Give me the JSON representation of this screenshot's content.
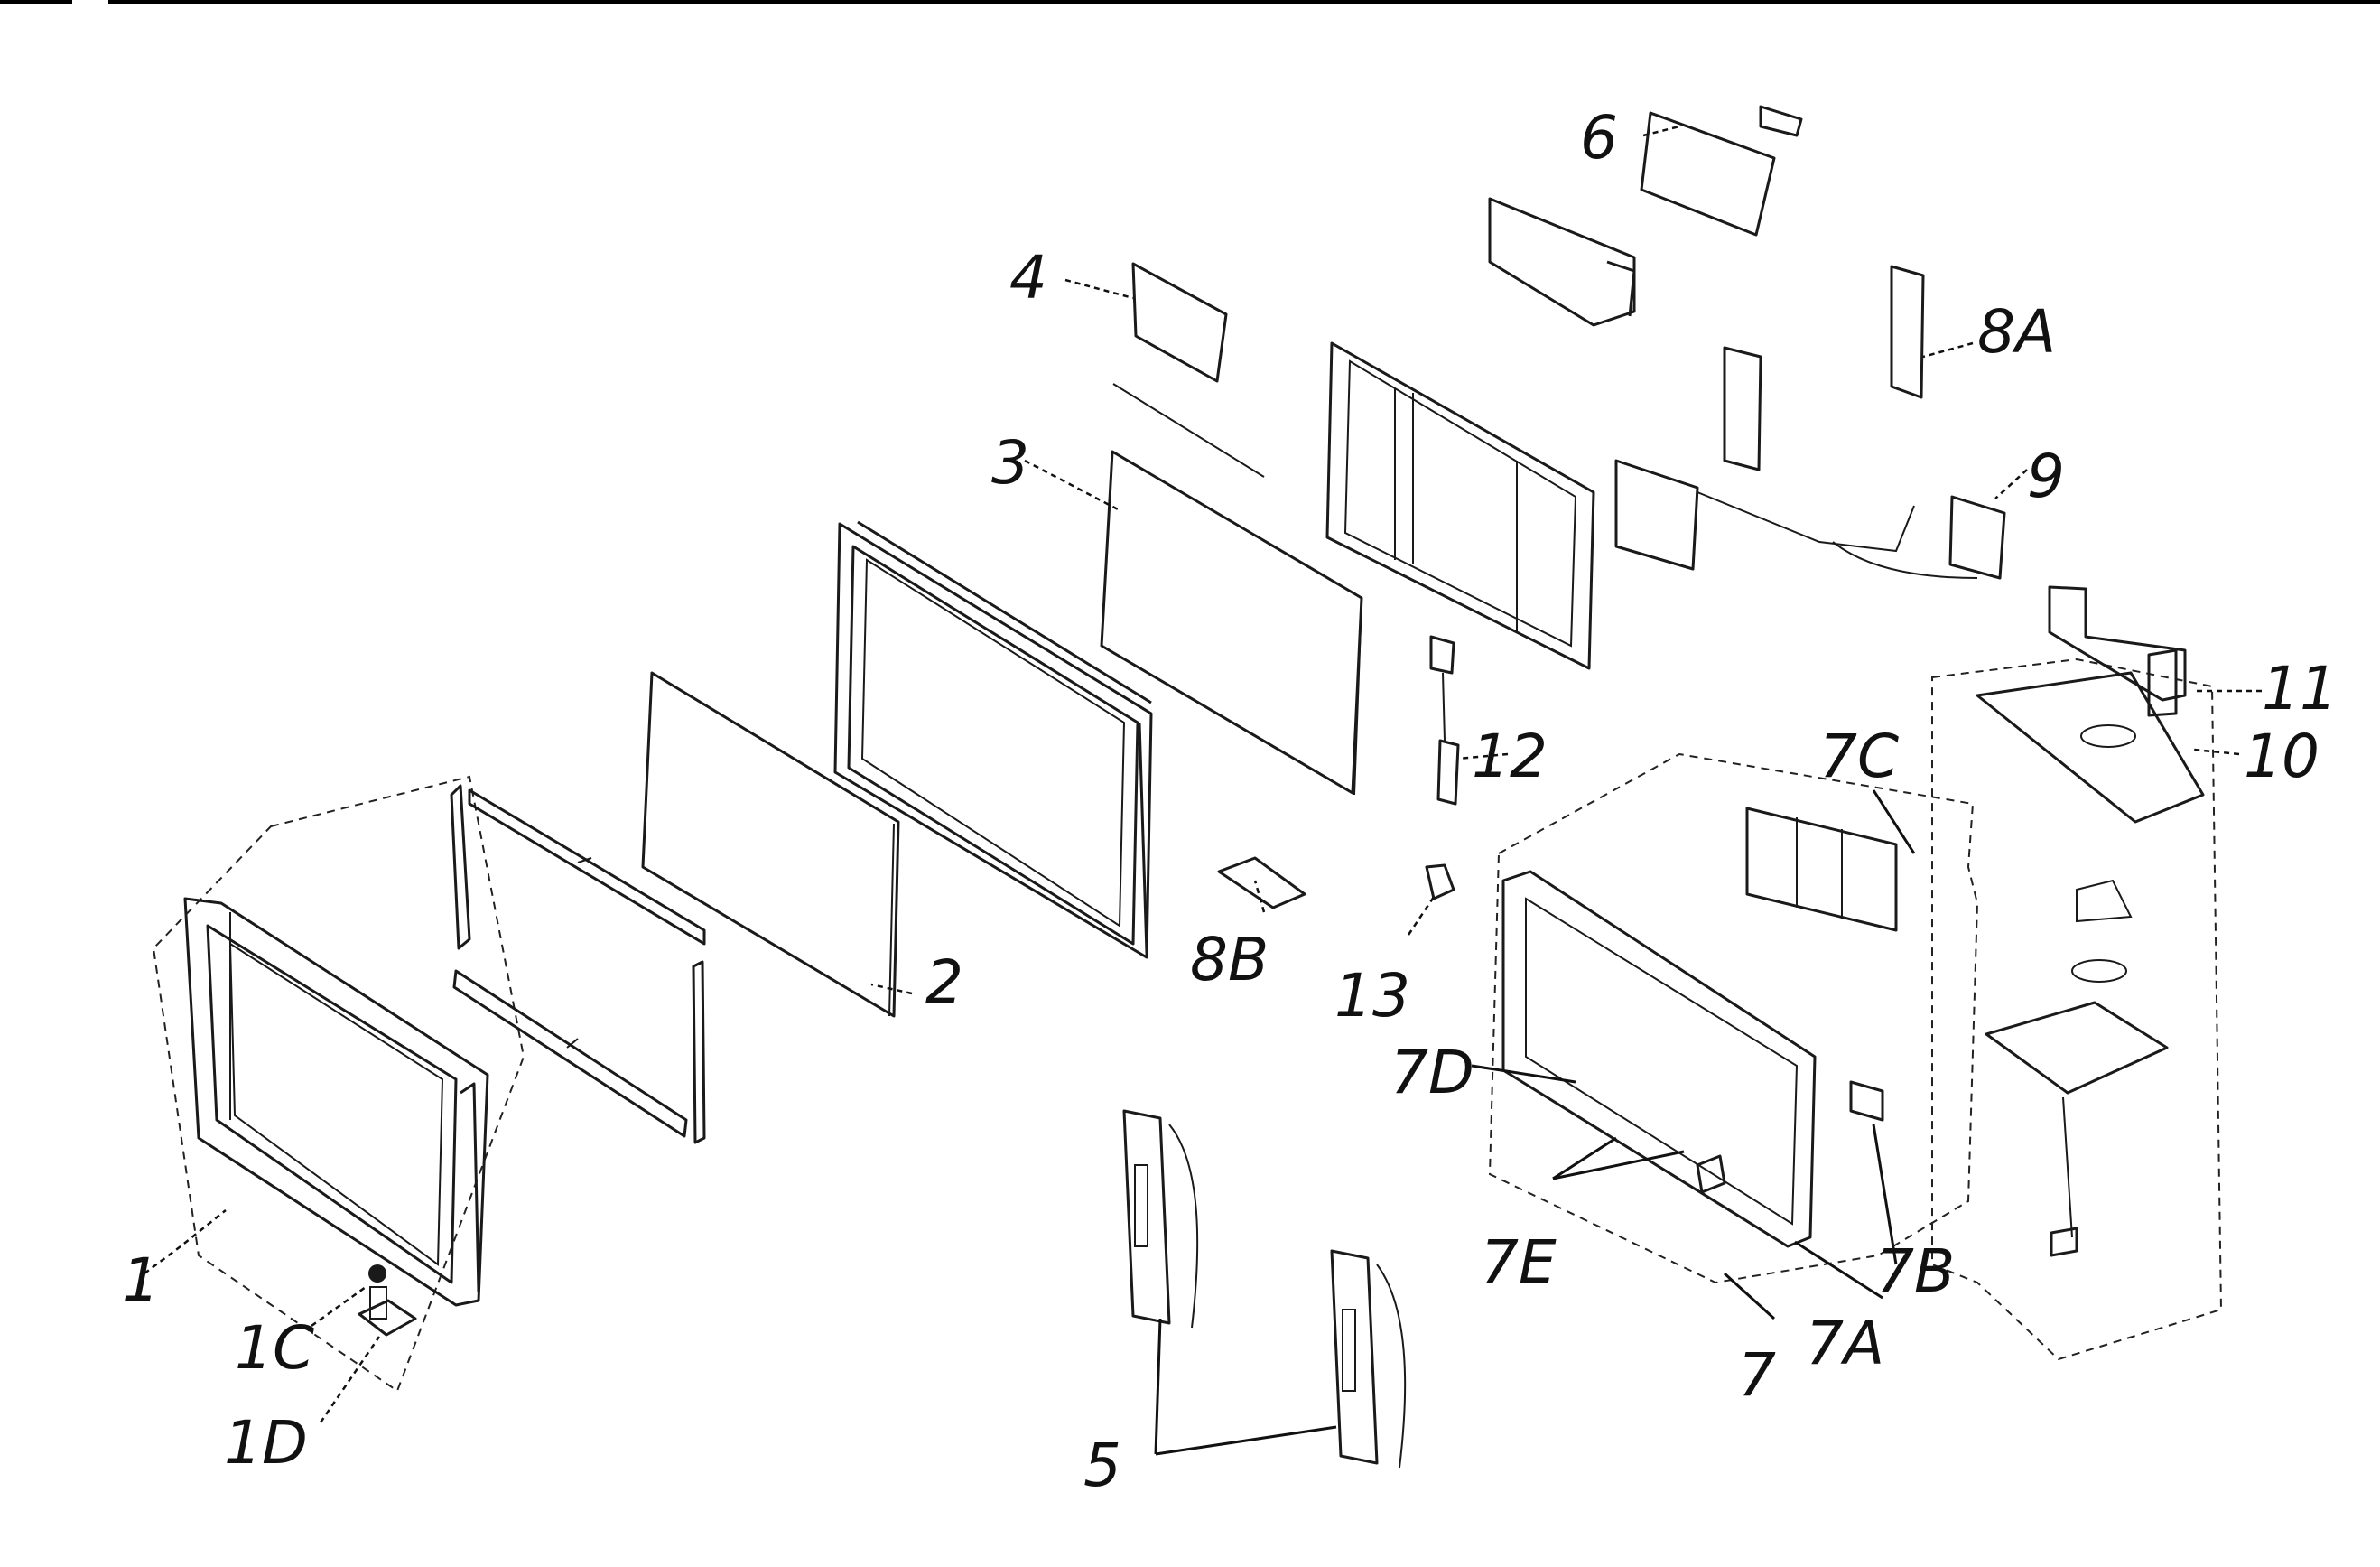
{
  "diagram": {
    "labels": {
      "p1": "1",
      "p1c": "1C",
      "p1d": "1D",
      "p2": "2",
      "p3": "3",
      "p4": "4",
      "p5": "5",
      "p6": "6",
      "p7": "7",
      "p7a": "7A",
      "p7b": "7B",
      "p7c": "7C",
      "p7d": "7D",
      "p7e": "7E",
      "p8a": "8A",
      "p8b": "8B",
      "p9": "9",
      "p10": "10",
      "p11": "11",
      "p12": "12",
      "p13": "13"
    }
  }
}
